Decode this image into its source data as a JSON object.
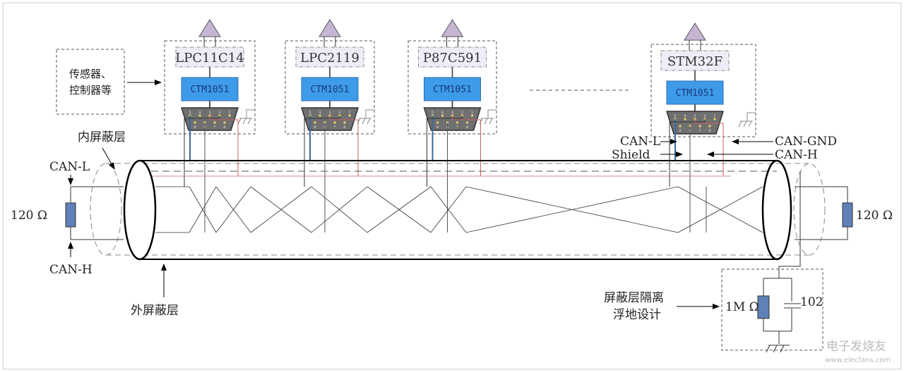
{
  "nodes": [
    {
      "mcu": "LPC11C14",
      "transceiver": "CTM1051"
    },
    {
      "mcu": "LPC2119",
      "transceiver": "CTM1051"
    },
    {
      "mcu": "P87C591",
      "transceiver": "CTM1051"
    },
    {
      "mcu": "STM32F",
      "transceiver": "CTM1051"
    }
  ],
  "labels": {
    "sensor_line1": "传感器、",
    "sensor_line2": "控制器等",
    "inner_shield": "内屏蔽层",
    "outer_shield": "外屏蔽层",
    "can_l_left": "CAN-L",
    "can_h_left": "CAN-H",
    "res_left": "120 Ω",
    "res_right": "120 Ω",
    "can_l": "CAN-L",
    "shield": "Shield",
    "can_gnd": "CAN-GND",
    "can_h": "CAN-H",
    "isolation_line1": "屏蔽层隔离",
    "isolation_line2": "浮地设计",
    "res_1m": "1M Ω",
    "cap": "102"
  },
  "pins_top": [
    "5",
    "4",
    "3",
    "2",
    "1"
  ],
  "pins_bottom": [
    "9",
    "8",
    "7",
    "6"
  ],
  "watermark": {
    "name": "电子发烧友",
    "url": "www.elecfans.com"
  },
  "colors": {
    "ctm": "#3d9be9",
    "chip": "#ecedf7",
    "tri": "#c6b6d4",
    "res": "#5f80b8",
    "db9": "#707070",
    "red": "#c86060",
    "blue": "#3a6a9a"
  }
}
